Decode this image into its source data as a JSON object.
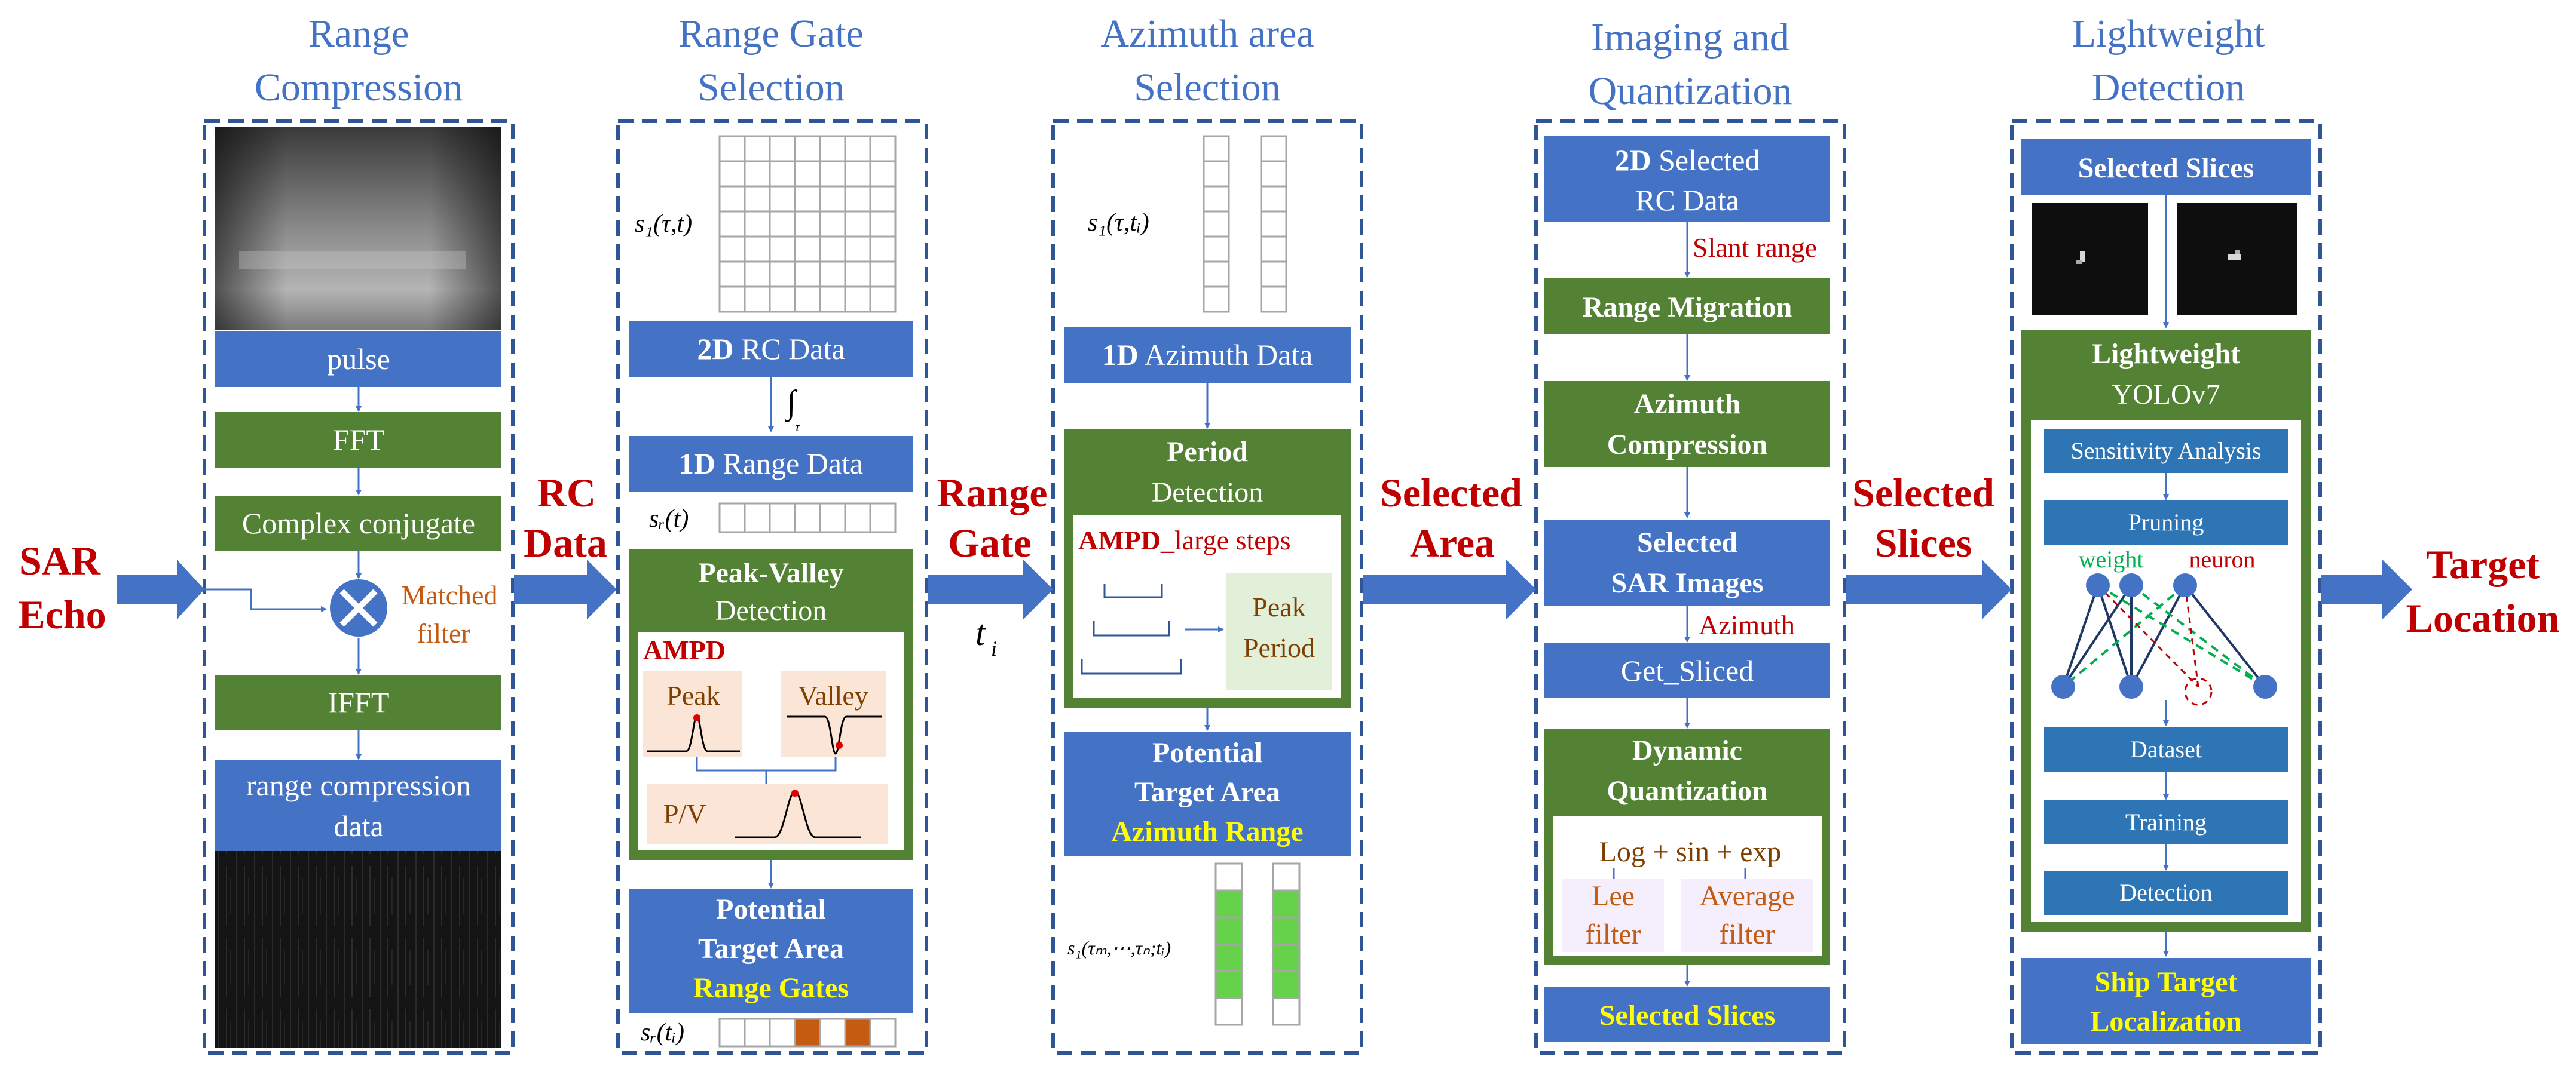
{
  "stages": [
    {
      "title": [
        "Range",
        "Compression"
      ]
    },
    {
      "title": [
        "Range Gate",
        "Selection"
      ]
    },
    {
      "title": [
        "Azimuth area",
        "Selection"
      ]
    },
    {
      "title": [
        "Imaging and",
        "Quantization"
      ]
    },
    {
      "title": [
        "Lightweight",
        "Detection"
      ]
    }
  ],
  "flow_labels": {
    "input": [
      "SAR",
      "Echo"
    ],
    "rc_data": [
      "RC",
      "Data"
    ],
    "range_gate": [
      "Range",
      "Gate"
    ],
    "selected_area": [
      "Selected",
      "Area"
    ],
    "selected_slices": [
      "Selected",
      "Slices"
    ],
    "output": [
      "Target",
      "Location"
    ],
    "ti": "t",
    "ti_sub": "i"
  },
  "range_compression": {
    "pulse": "pulse",
    "fft": "FFT",
    "conj": "Complex conjugate",
    "matched_filter": [
      "Matched",
      "filter"
    ],
    "ifft": "IFFT",
    "rc_out": [
      "range compression",
      "data"
    ]
  },
  "range_gate": {
    "matrix_label": "s₁(τ,t)",
    "rc_2d_bold": "2D",
    "rc_2d_rest": " RC Data",
    "integral": "∫",
    "integral_sub": "τ",
    "range_1d_bold": "1D",
    "range_1d_rest": " Range Data",
    "vector_label": "sᵣ(t)",
    "pv_title": "Peak-Valley",
    "pv_sub": "Detection",
    "ampd": "AMPD",
    "peak": "Peak",
    "valley": "Valley",
    "pv": "P/V",
    "pta_title": [
      "Potential",
      "Target Area"
    ],
    "pta_yellow": "Range Gates",
    "gate_label": "sᵣ(tᵢ)",
    "gate_cells": [
      false,
      false,
      false,
      true,
      false,
      true,
      false
    ]
  },
  "azimuth": {
    "matrix_label": "s₁(τ,tᵢ)",
    "az_1d_bold": "1D",
    "az_1d_rest": " Azimuth Data",
    "period_title": "Period",
    "period_sub": "Detection",
    "ampd_large": "AMPD",
    "ampd_large_rest": "_large steps",
    "peak_period": [
      "Peak",
      "Period"
    ],
    "pta_title": [
      "Potential",
      "Target Area"
    ],
    "pta_yellow": "Azimuth Range",
    "slice_label": "s₁(τₘ,⋯,τₙ;tᵢ)",
    "slice_cells": [
      false,
      true,
      true,
      true,
      true,
      false
    ]
  },
  "imaging": {
    "rc_2d": [
      "2D",
      " Selected",
      "RC Data"
    ],
    "slant": "Slant range",
    "rmig": "Range Migration",
    "az_comp": [
      "Azimuth",
      "Compression"
    ],
    "sel_sar": [
      "Selected",
      "SAR Images"
    ],
    "azimuth": "Azimuth",
    "get_sliced": "Get_Sliced",
    "dq": [
      "Dynamic",
      "Quantization"
    ],
    "formula": "Log + sin + exp",
    "lee": [
      "Lee",
      "filter"
    ],
    "avg": [
      "Average",
      "filter"
    ],
    "sel_slices": "Selected Slices"
  },
  "detection": {
    "sel_slices": "Selected Slices",
    "lw_title": "Lightweight",
    "lw_sub": "YOLOv7",
    "sens": "Sensitivity Analysis",
    "pruning": "Pruning",
    "weight": "weight",
    "neuron": "neuron",
    "dataset": "Dataset",
    "training": "Training",
    "detection": "Detection",
    "ship": [
      "Ship Target",
      "Localization"
    ]
  },
  "colors": {
    "title_blue": "#4472C4",
    "box_blue": "#4472C4",
    "box_green": "#548235",
    "red": "#C00000",
    "yellow": "#FFFF00",
    "dash": "#2F5597",
    "peach": "#FBE5D6",
    "lavender": "#F5EEFC",
    "brown": "#C55A11"
  }
}
